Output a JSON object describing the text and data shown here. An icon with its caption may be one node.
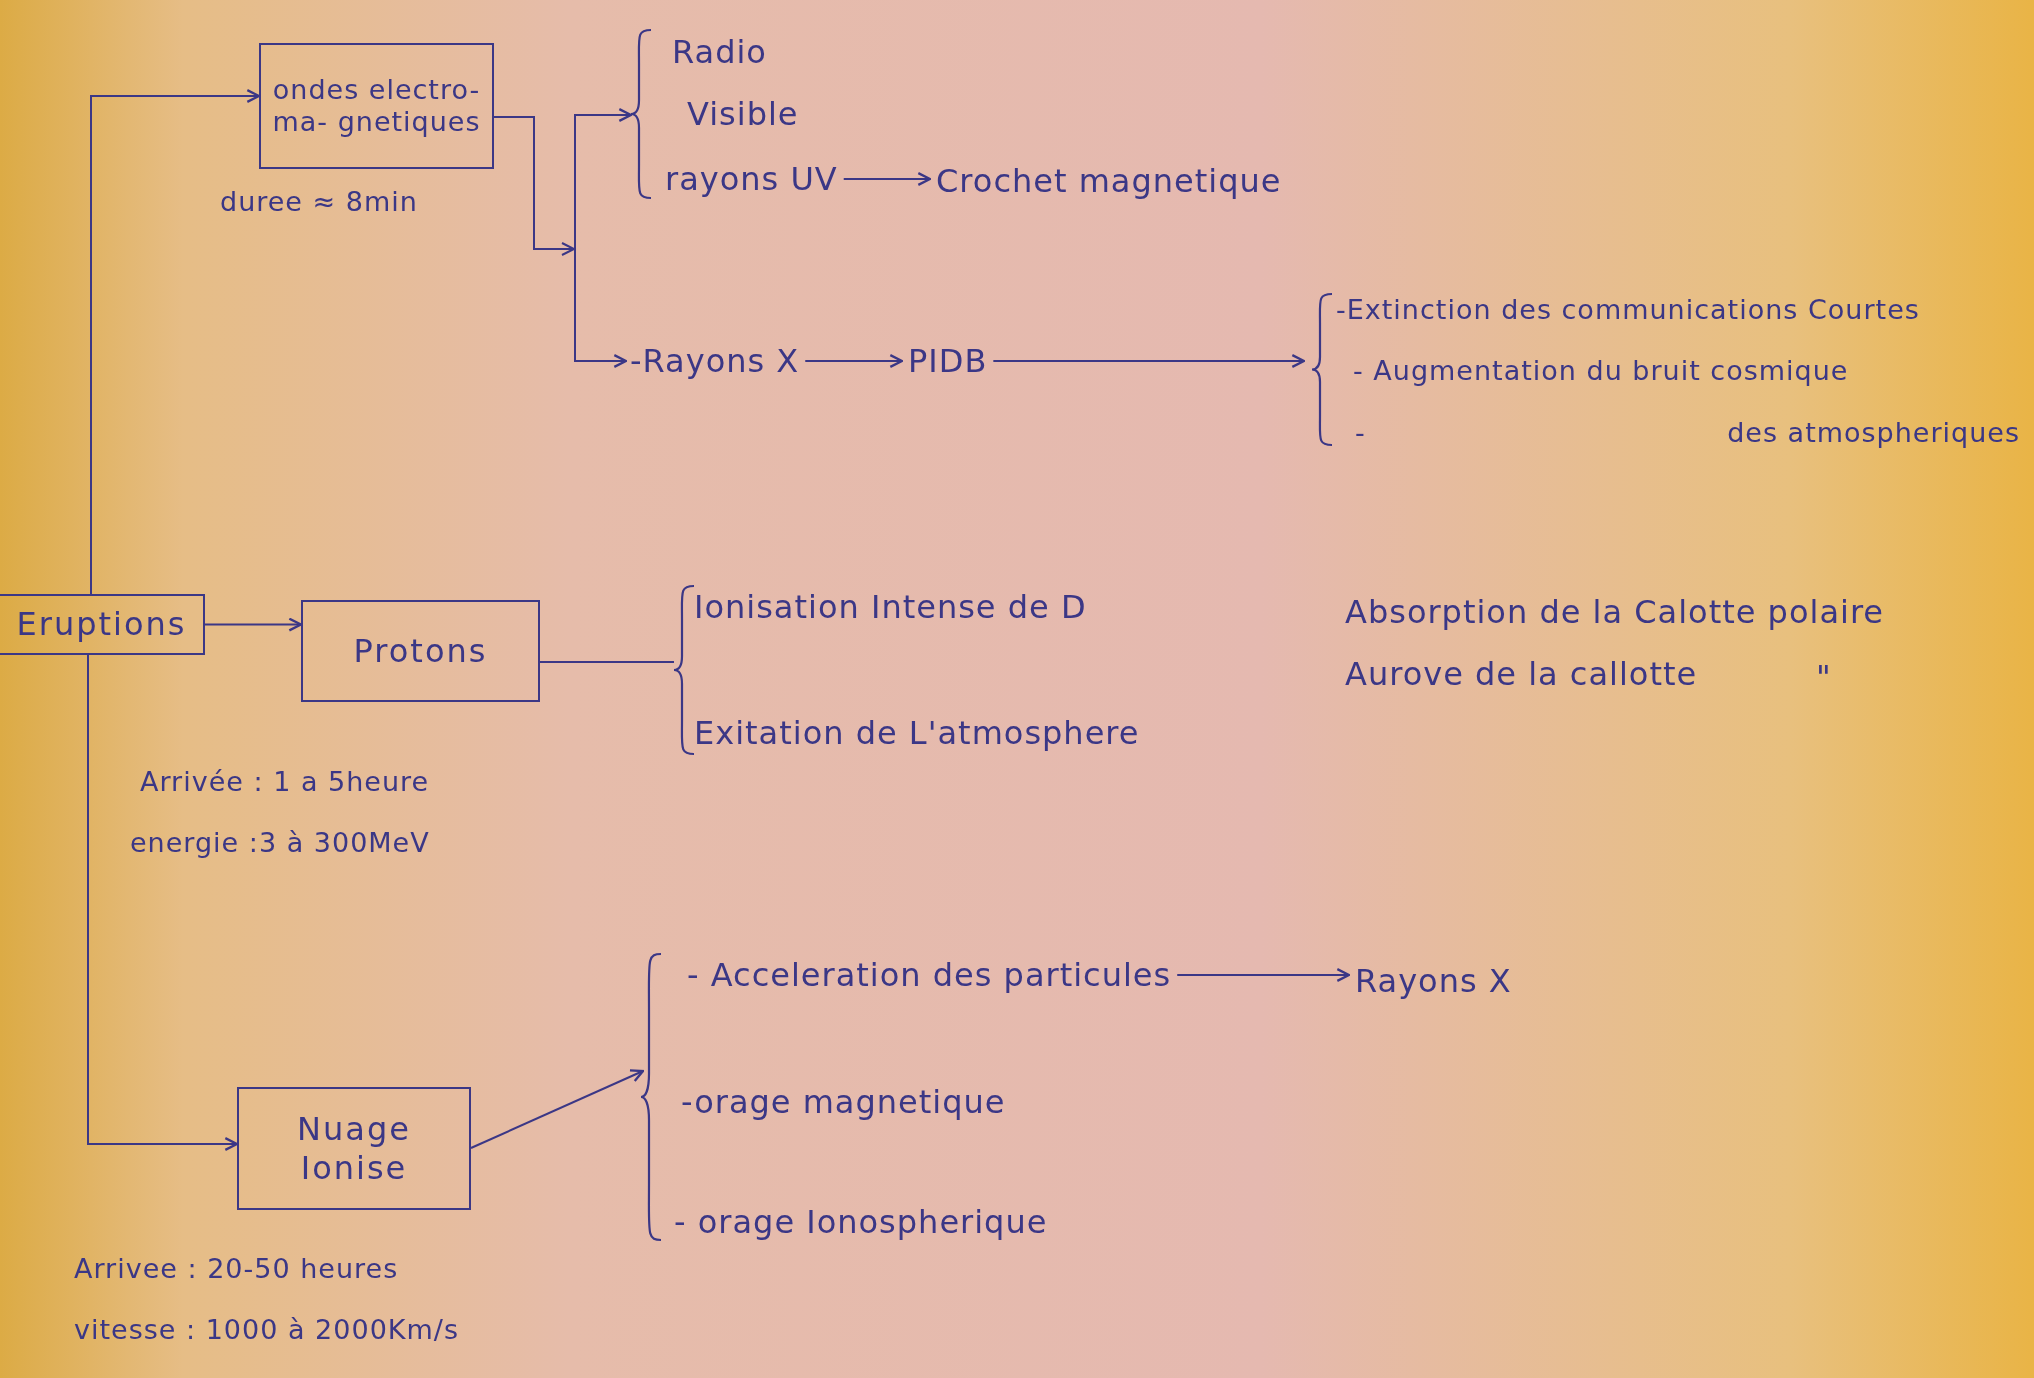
{
  "diagram": {
    "nodes": [
      {
        "text": [
          "Eruptions"
        ]
      },
      {
        "text": [
          "ondes electro-ma- gnetiques"
        ],
        "beside": [
          "duree ≈ 8min"
        ]
      },
      {
        "text": [
          "Protons"
        ],
        "beside": [
          "Arrivée : 1 a 5heure",
          "energie :3 à 300MeV"
        ]
      },
      {
        "text": [
          "Nuage Ionise"
        ],
        "beside": [
          "Arrivee : 20-50 heures",
          "vitesse : 1000 à 2000Km/s"
        ]
      },
      {
        "text": [],
        "shape": "brace"
      },
      {
        "text": [
          "Radio"
        ],
        "in": 4
      },
      {
        "text": [
          "Visible"
        ],
        "in": 4
      },
      {
        "text": [
          "rayons UV"
        ],
        "in": 4
      },
      {
        "text": [
          "Crochet magnetique"
        ]
      },
      {
        "text": [
          "-Rayons X"
        ]
      },
      {
        "text": [
          "PIDB"
        ]
      },
      {
        "text": [],
        "shape": "brace"
      },
      {
        "text": [
          "-Extinction des communications Courtes"
        ],
        "in": 11
      },
      {
        "text": [
          "- Augmentation du bruit cosmique"
        ],
        "in": 11
      },
      {
        "text": [
          "-",
          "des atmospheriques"
        ],
        "in": 11
      },
      {
        "text": [],
        "shape": "brace"
      },
      {
        "text": [
          "Ionisation Intense de D"
        ],
        "in": 15
      },
      {
        "text": [
          "Exitation de L'atmosphere"
        ],
        "in": 15
      },
      {
        "text": [],
        "shape": "brace"
      },
      {
        "text": [
          "- Acceleration des particules"
        ],
        "in": 18
      },
      {
        "text": [
          "-orage magnetique"
        ],
        "in": 18
      },
      {
        "text": [
          "- orage Ionospherique"
        ],
        "in": 18
      },
      {
        "text": [
          "Rayons X"
        ]
      }
    ],
    "edges": [
      {
        "from": 0,
        "to": 1,
        "arrow": "to"
      },
      {
        "from": 0,
        "to": 2,
        "arrow": "to"
      },
      {
        "from": 0,
        "to": 3,
        "arrow": "to"
      },
      {
        "from": 1,
        "to": 4,
        "arrow": "to"
      },
      {
        "from": 1,
        "to": 9,
        "arrow": "to"
      },
      {
        "from": 7,
        "to": 8,
        "arrow": "to"
      },
      {
        "from": 9,
        "to": 10,
        "arrow": "to"
      },
      {
        "from": 10,
        "to": 11,
        "arrow": "to"
      },
      {
        "from": 2,
        "to": 15,
        "arrow": "none"
      },
      {
        "from": 3,
        "to": 18,
        "arrow": "to"
      },
      {
        "from": 19,
        "to": 22,
        "arrow": "to"
      }
    ],
    "labels": [
      "Absorption de la Calotte polaire",
      "Aurove de la callotte",
      "\""
    ]
  }
}
